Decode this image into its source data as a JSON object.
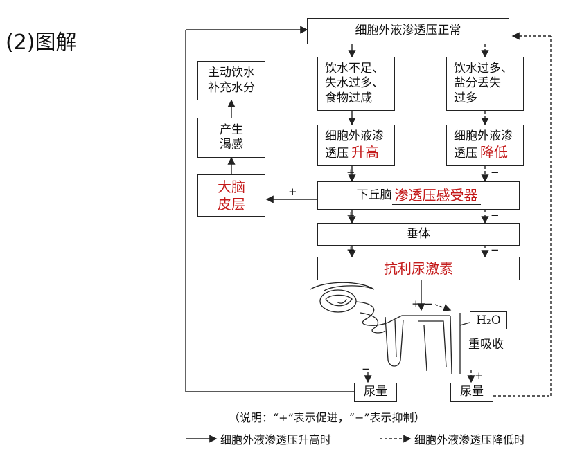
{
  "heading": "(2)图解",
  "boxes": {
    "normal": "细胞外液渗透压正常",
    "drink_water": [
      "主动饮水",
      "补充水分"
    ],
    "thirst": [
      "产生",
      "渴感"
    ],
    "cortex": [
      "大脑",
      "皮层"
    ],
    "cause_high": [
      "饮水不足、",
      "失水过多、",
      "食物过咸"
    ],
    "cause_low": [
      "饮水过多、",
      "盐分丢失",
      "过多"
    ],
    "rise_prefix": [
      "细胞外液渗",
      "透压"
    ],
    "rise_word": "升高",
    "fall_prefix": [
      "细胞外液渗",
      "透压"
    ],
    "fall_word": "降低",
    "hypothalamus_prefix": "下丘脑",
    "hypothalamus_word": "渗透压感受器",
    "pituitary": "垂体",
    "adh": "抗利尿激素",
    "h2o": "H₂O",
    "reabsorb": "重吸收",
    "urine_left": "尿量",
    "urine_right": "尿量"
  },
  "signs": {
    "plus": "+",
    "minus": "−"
  },
  "legend": {
    "note": "（说明：“+”表示促进，“−”表示抑制）",
    "solid_label": "细胞外液渗透压升高时",
    "dashed_label": "细胞外液渗透压降低时"
  }
}
